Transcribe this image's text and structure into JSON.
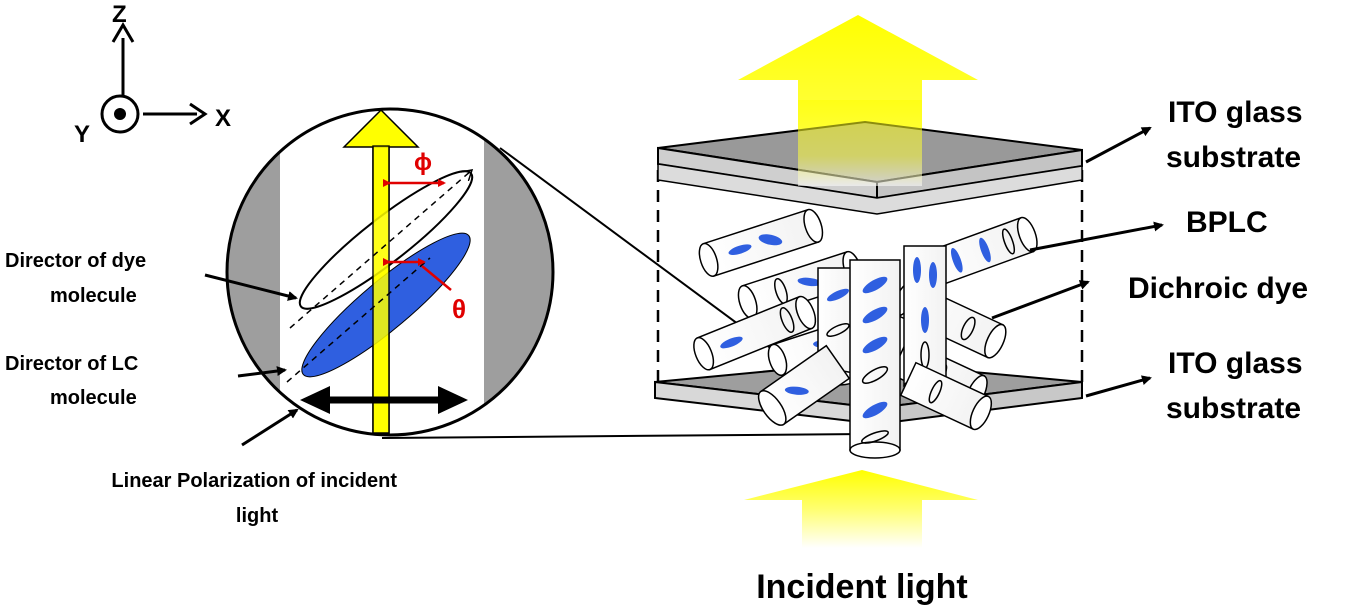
{
  "axes": {
    "z": "Z",
    "x": "X",
    "y": "Y"
  },
  "labels": {
    "ito_top": [
      "ITO glass",
      "substrate"
    ],
    "bplc": "BPLC",
    "dichroic_dye": "Dichroic dye",
    "ito_bottom": [
      "ITO glass",
      "substrate"
    ],
    "incident_light": "Incident light",
    "director_dye": [
      "Director of dye",
      "molecule"
    ],
    "director_lc": [
      "Director of LC",
      "molecule"
    ],
    "linear_polarization": [
      "Linear Polarization of incident",
      "light"
    ],
    "phi": "ϕ",
    "theta": "θ"
  },
  "colors": {
    "light_yellow": "#ffff00",
    "dye_blue": "#2f5fe0",
    "angle_red": "#e00000",
    "substrate_gray": "#9e9e9e",
    "substrate_light": "#d4d4d4",
    "cell_border": "#000000"
  }
}
